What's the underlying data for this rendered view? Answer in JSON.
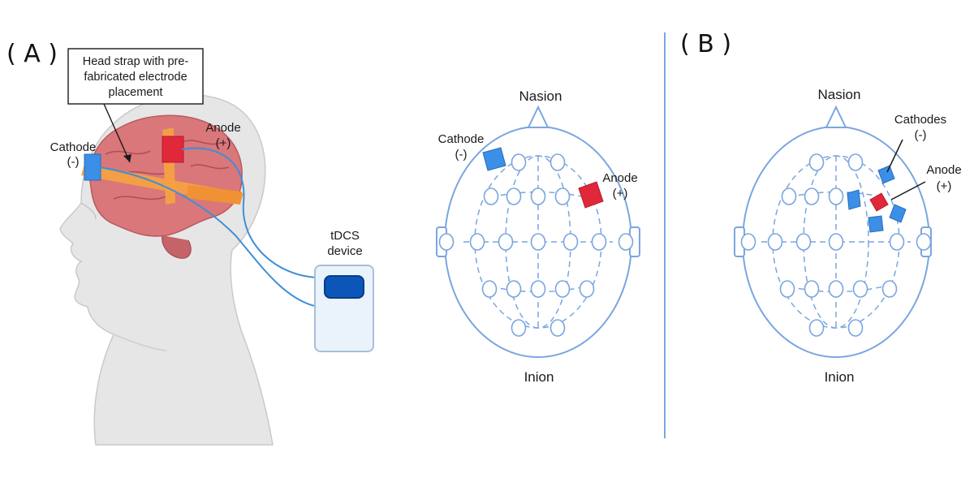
{
  "panel_a": {
    "label": "( A )",
    "callout": [
      "Head strap with pre-",
      "fabricated electrode",
      "placement"
    ],
    "cathode": [
      "Cathode",
      "(-)"
    ],
    "anode": [
      "Anode",
      "(+)"
    ],
    "device": [
      "tDCS",
      "device"
    ]
  },
  "montage_a": {
    "top": "Nasion",
    "bottom": "Inion",
    "cathode": [
      "Cathode",
      "(-)"
    ],
    "anode": [
      "Anode",
      "(+)"
    ]
  },
  "panel_b": {
    "label": "( B )",
    "top": "Nasion",
    "bottom": "Inion",
    "cathodes": [
      "Cathodes",
      "(-)"
    ],
    "anode": [
      "Anode",
      "(+)"
    ]
  },
  "colors": {
    "line": "#7aa6e0",
    "anode": "#e0283a",
    "cathode": "#3b8fe6",
    "strap": "#f5a044",
    "brain": "#d9777a",
    "skin": "#e6e6e6",
    "device_screen": "#0b56b8"
  }
}
